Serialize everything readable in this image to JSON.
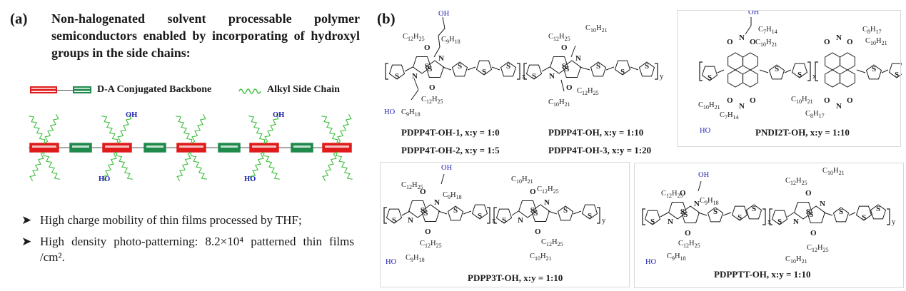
{
  "panel_a": {
    "label": "(a)",
    "title": "Non-halogenated solvent processable polymer semiconductors enabled by incorporating of hydroxyl groups in the side chains:",
    "legend": {
      "backbone": "D-A Conjugated Backbone",
      "sidechain": "Alkyl Side Chain"
    },
    "schematic_oh_labels": [
      "OH",
      "HO",
      "OH",
      "HO"
    ],
    "bullets": [
      "High charge mobility of thin films processed by THF;",
      "High density photo-patterning: 8.2×10⁴ patterned thin films /cm²."
    ],
    "colors": {
      "acceptor_red": "#e01b1b",
      "donor_green": "#1f8a4c",
      "side_chain": "#3fbf3f",
      "oh_blue": "#1d1db0"
    }
  },
  "panel_b": {
    "label": "(b)",
    "molecules": [
      {
        "id": "pdpp4t",
        "captions": [
          "PDPP4T-OH-1, x:y = 1:0",
          "PDPP4T-OH, x:y = 1:10",
          "PDPP4T-OH-2, x:y = 1:5",
          "PDPP4T-OH-3, x:y = 1:20"
        ]
      },
      {
        "id": "pndi2t",
        "captions": [
          "PNDI2T-OH, x:y = 1:10"
        ]
      },
      {
        "id": "pdpp3t",
        "captions": [
          "PDPP3T-OH, x:y = 1:10"
        ]
      },
      {
        "id": "pdpptt",
        "captions": [
          "PDPPTT-OH, x:y = 1:10"
        ]
      }
    ],
    "atoms": {
      "oxygen": "O",
      "nitrogen": "N",
      "sulfur": "S",
      "hydroxyl": "OH",
      "hydroxyl_left": "HO"
    },
    "sidechains": [
      "C12H25",
      "C10H21",
      "C9H18",
      "C8H17",
      "C7H14"
    ],
    "repeat_labels": [
      "x",
      "y"
    ]
  }
}
